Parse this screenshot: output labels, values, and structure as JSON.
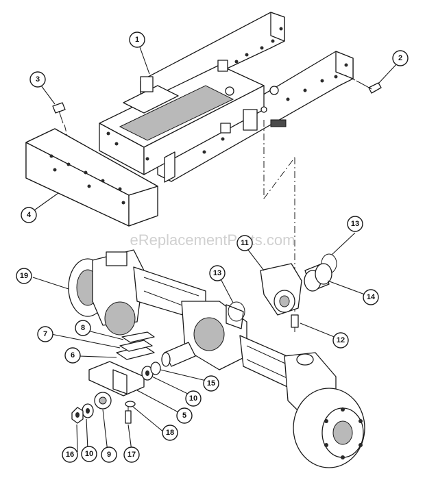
{
  "watermark": "eReplacementParts.com",
  "callouts": [
    {
      "id": "c1",
      "label": "1"
    },
    {
      "id": "c2",
      "label": "2"
    },
    {
      "id": "c3",
      "label": "3"
    },
    {
      "id": "c4",
      "label": "4"
    },
    {
      "id": "c5",
      "label": "5"
    },
    {
      "id": "c6",
      "label": "6"
    },
    {
      "id": "c7",
      "label": "7"
    },
    {
      "id": "c8",
      "label": "8"
    },
    {
      "id": "c9",
      "label": "9"
    },
    {
      "id": "c10a",
      "label": "10"
    },
    {
      "id": "c10b",
      "label": "10"
    },
    {
      "id": "c11",
      "label": "11"
    },
    {
      "id": "c12",
      "label": "12"
    },
    {
      "id": "c13a",
      "label": "13"
    },
    {
      "id": "c13b",
      "label": "13"
    },
    {
      "id": "c14",
      "label": "14"
    },
    {
      "id": "c15",
      "label": "15"
    },
    {
      "id": "c16",
      "label": "16"
    },
    {
      "id": "c17",
      "label": "17"
    },
    {
      "id": "c18",
      "label": "18"
    },
    {
      "id": "c19",
      "label": "19"
    }
  ]
}
